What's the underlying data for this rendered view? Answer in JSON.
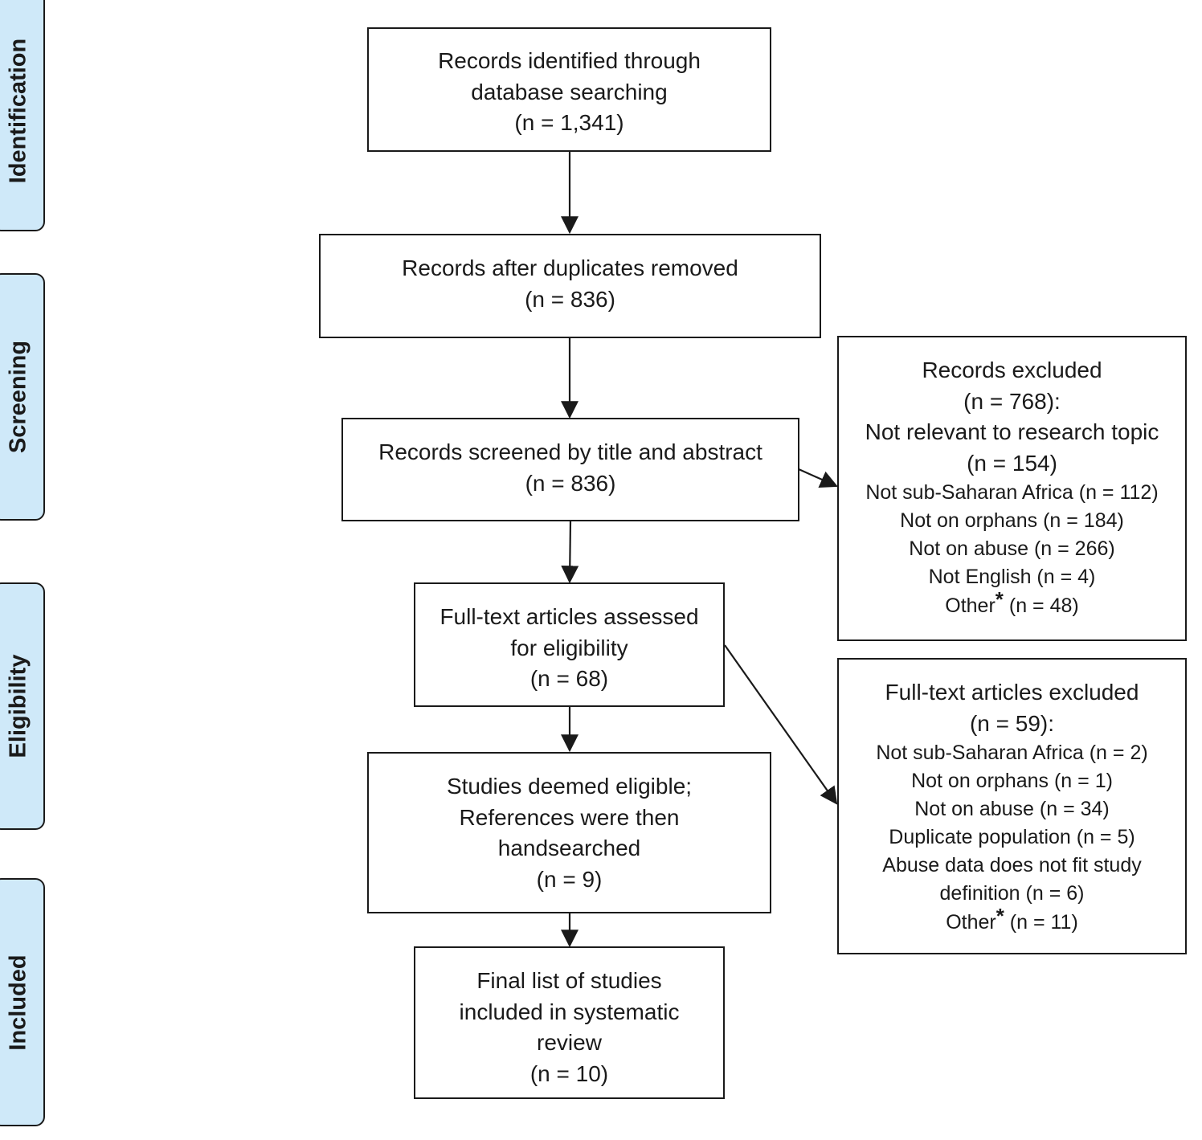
{
  "phases": {
    "identification": "Identification",
    "screening": "Screening",
    "eligibility": "Eligibility",
    "included": "Included"
  },
  "boxes": {
    "identified": {
      "line1": "Records identified through",
      "line2": "database searching",
      "line3": "(n = 1,341)"
    },
    "duplicates_removed": {
      "line1": "Records after duplicates removed",
      "line2": "(n = 836)"
    },
    "screened": {
      "line1": "Records screened by title and abstract",
      "line2": "(n =  836)"
    },
    "records_excluded": {
      "title": "Records excluded",
      "count": "(n = 768):",
      "reason1": "Not relevant to research topic",
      "reason1_count": "(n = 154)",
      "reason2": "Not sub-Saharan Africa (n = 112)",
      "reason3": "Not on orphans (n = 184)",
      "reason4": "Not on abuse (n = 266)",
      "reason5": "Not English (n = 4)",
      "other_label": "Other",
      "other_star": "*",
      "other_count": " (n = 48)"
    },
    "fulltext_assessed": {
      "line1": "Full-text articles assessed",
      "line2": "for eligibility",
      "line3": "(n = 68)"
    },
    "fulltext_excluded": {
      "title": "Full-text articles excluded",
      "count": "(n = 59):",
      "reason1": "Not sub-Saharan Africa (n = 2)",
      "reason2": "Not on orphans (n = 1)",
      "reason3": "Not on abuse (n = 34)",
      "reason4": "Duplicate population (n = 5)",
      "reason5a": "Abuse data does not fit study",
      "reason5b": "definition (n = 6)",
      "other_label": "Other",
      "other_star": "*",
      "other_count": " (n = 11)"
    },
    "eligible": {
      "line1": "Studies deemed eligible;",
      "line2": "References were then",
      "line3": "handsearched",
      "line4": "(n = 9)"
    },
    "final": {
      "line1": "Final list of studies",
      "line2": "included in systematic",
      "line3": "review",
      "line4": "(n = 10)"
    }
  }
}
